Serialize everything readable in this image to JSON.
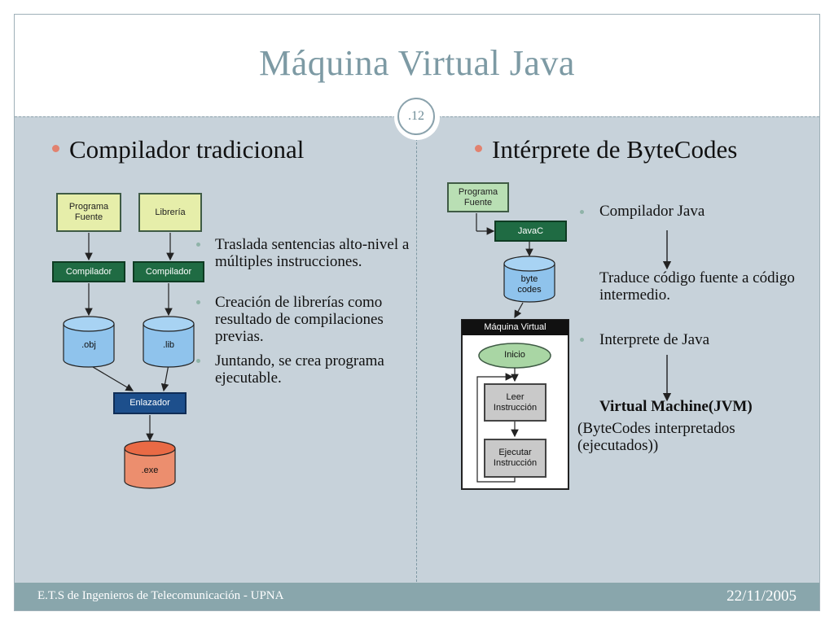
{
  "slide": {
    "title": "Máquina Virtual Java",
    "page_number": ".12",
    "footer_left": "E.T.S de Ingenieros de Telecomunicación - UPNA",
    "footer_right": "22/11/2005"
  },
  "left": {
    "heading": "Compilador tradicional",
    "diagram": {
      "programa_fuente": "Programa\nFuente",
      "libreria": "Librería",
      "compilador_1": "Compilador",
      "compilador_2": "Compilador",
      "obj": ".obj",
      "lib": ".lib",
      "enlazador": "Enlazador",
      "exe": ".exe"
    },
    "bullets": [
      "Traslada sentencias alto-nivel a múltiples instrucciones.",
      "Creación de librerías como resultado de compilaciones previas.",
      "Juntando, se crea programa ejecutable."
    ]
  },
  "right": {
    "heading": "Intérprete de ByteCodes",
    "diagram": {
      "programa_fuente": "Programa\nFuente",
      "javac": "JavaC",
      "byte_codes": "byte\ncodes",
      "maquina_virtual": "Máquina Virtual",
      "inicio": "Inicio",
      "leer": "Leer\nInstrucción",
      "ejecutar": "Ejecutar\nInstrucción"
    },
    "bullet_1": "Compilador Java",
    "desc_1": "Traduce código fuente a código intermedio.",
    "bullet_2": "Interprete de Java",
    "jvm_bold": "Virtual Machine(JVM)",
    "jvm_desc": "(ByteCodes interpretados (ejecutados))"
  },
  "colors": {
    "title": "#7d9aa4",
    "content_bg": "#c7d2da",
    "footer_bg": "#89a6ac",
    "bullet_accent": "#e2826f",
    "cyl_blue": "#8fc3ec",
    "cyl_orange": "#ec7e5c"
  }
}
